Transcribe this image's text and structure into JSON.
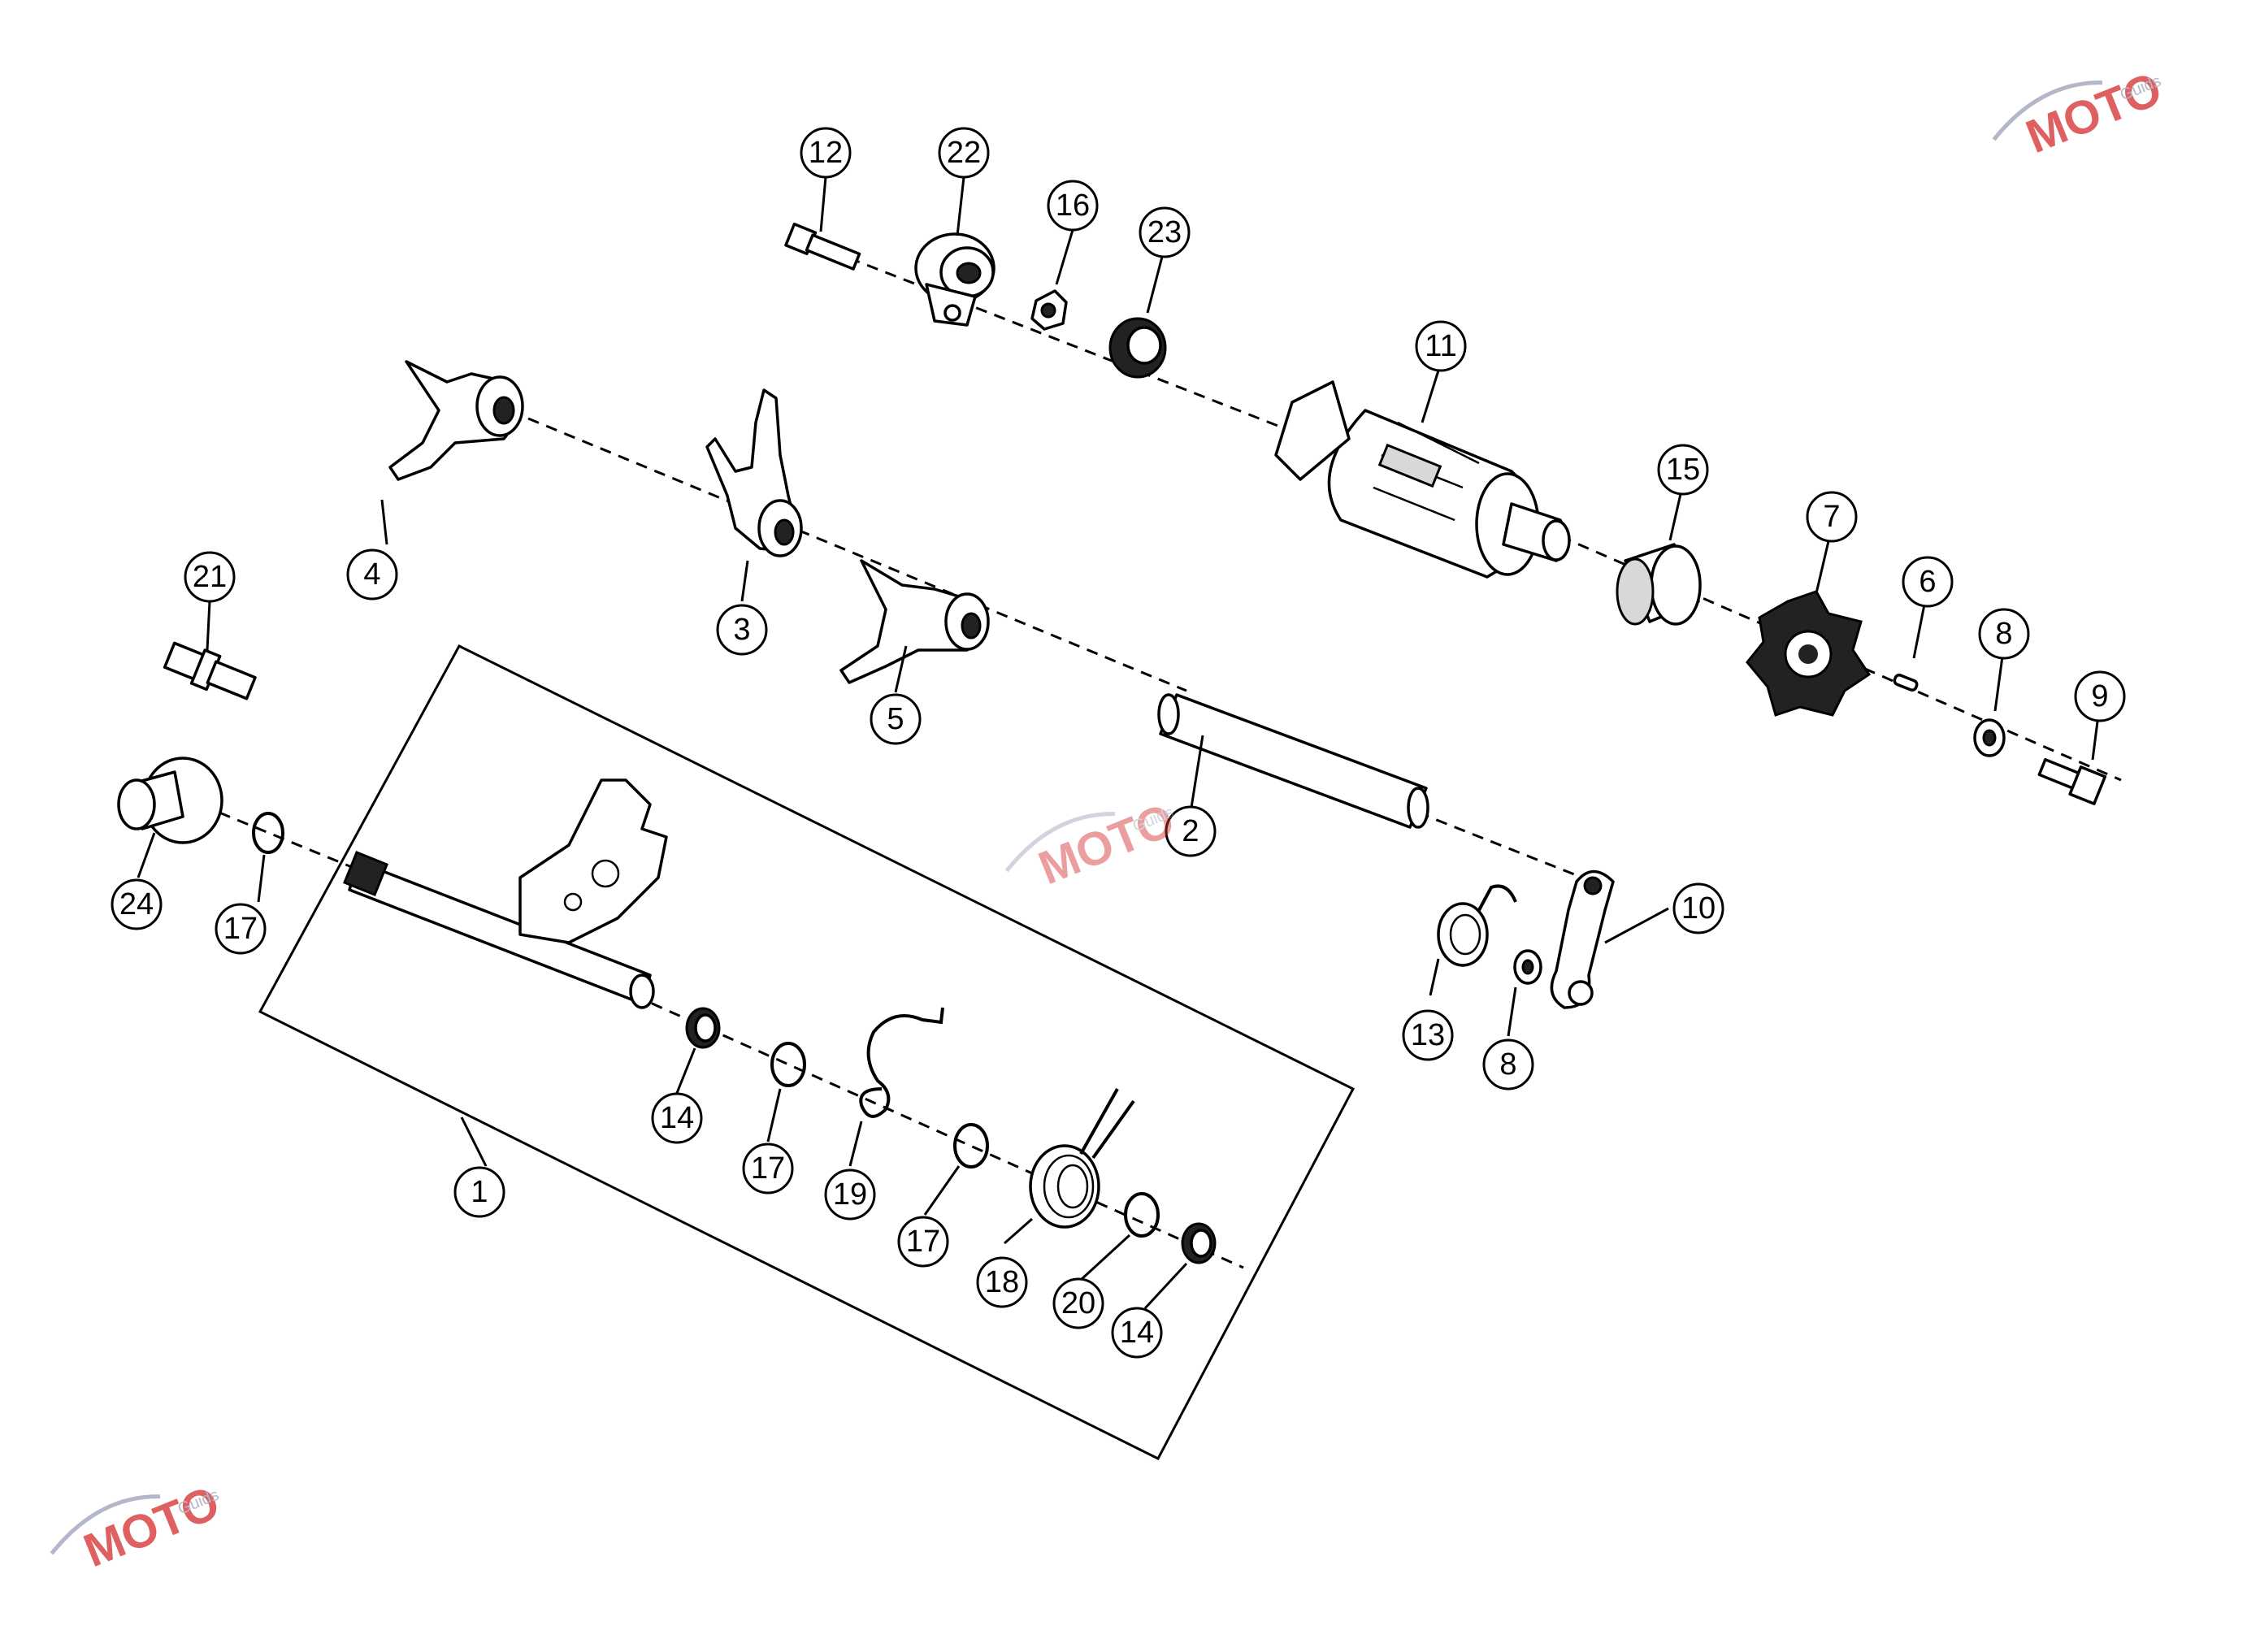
{
  "diagram": {
    "part_numbers": [
      "1",
      "2",
      "3",
      "4",
      "5",
      "6",
      "7",
      "8",
      "9",
      "10",
      "11",
      "12",
      "13",
      "14",
      "15",
      "16",
      "17",
      "18",
      "19",
      "20",
      "21",
      "22",
      "23",
      "24"
    ]
  },
  "callouts": [
    {
      "id": "c12",
      "label": "12"
    },
    {
      "id": "c22",
      "label": "22"
    },
    {
      "id": "c16",
      "label": "16"
    },
    {
      "id": "c23",
      "label": "23"
    },
    {
      "id": "c11",
      "label": "11"
    },
    {
      "id": "c15",
      "label": "15"
    },
    {
      "id": "c7",
      "label": "7"
    },
    {
      "id": "c6",
      "label": "6"
    },
    {
      "id": "c8a",
      "label": "8"
    },
    {
      "id": "c9",
      "label": "9"
    },
    {
      "id": "c21",
      "label": "21"
    },
    {
      "id": "c4",
      "label": "4"
    },
    {
      "id": "c3",
      "label": "3"
    },
    {
      "id": "c5",
      "label": "5"
    },
    {
      "id": "c2",
      "label": "2"
    },
    {
      "id": "c24",
      "label": "24"
    },
    {
      "id": "c17a",
      "label": "17"
    },
    {
      "id": "c10",
      "label": "10"
    },
    {
      "id": "c13",
      "label": "13"
    },
    {
      "id": "c8b",
      "label": "8"
    },
    {
      "id": "c14a",
      "label": "14"
    },
    {
      "id": "c17b",
      "label": "17"
    },
    {
      "id": "c19",
      "label": "19"
    },
    {
      "id": "c17c",
      "label": "17"
    },
    {
      "id": "c18",
      "label": "18"
    },
    {
      "id": "c20",
      "label": "20"
    },
    {
      "id": "c14b",
      "label": "14"
    },
    {
      "id": "c1",
      "label": "1"
    }
  ],
  "watermark": {
    "brand": "MOTO",
    "sub": "Guids",
    "color_primary": "#d32b2b",
    "color_secondary": "#9aa0b8"
  },
  "colors": {
    "line": "#000000",
    "background": "#ffffff"
  }
}
